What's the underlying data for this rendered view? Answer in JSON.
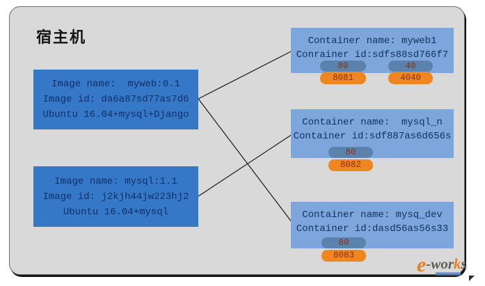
{
  "host": {
    "title": "宿主机"
  },
  "images": [
    {
      "name_line": "Image name:  myweb:0.1",
      "id_line": "Image id: da6a87sd77as7d6",
      "os_line": "Ubuntu 16.04+mysql+Django"
    },
    {
      "name_line": "Image name: mysql:1.1",
      "id_line": "Image id: j2kjh44jw223hj2",
      "os_line": "Ubuntu 16.04+mysql"
    }
  ],
  "containers": [
    {
      "name_line": "Container name: myweb1",
      "id_line": "Conrainer id:sdfs88sd766f7",
      "ports": [
        {
          "inner": "80",
          "outer": "8081"
        },
        {
          "inner": "40",
          "outer": "4040"
        }
      ]
    },
    {
      "name_line": "Container name:  mysql_n",
      "id_line": "Container id:sdf887as6d656s",
      "ports": [
        {
          "inner": "80",
          "outer": "8082"
        }
      ]
    },
    {
      "name_line": "Container name: mysq_dev",
      "id_line": "Container id:dasd56as56s33",
      "ports": [
        {
          "inner": "80",
          "outer": "8083"
        }
      ]
    }
  ],
  "connections": [
    {
      "from": "myweb:0.1",
      "to": "myweb1"
    },
    {
      "from": "myweb:0.1",
      "to": "mysq_dev"
    },
    {
      "from": "mysql:1.1",
      "to": "mysql_n"
    }
  ],
  "watermark": {
    "e": "e",
    "mid": "-wor",
    "k": "k",
    "s": "s"
  },
  "colors": {
    "panel_bg": "#d9d9d9",
    "image_box": "#3678c8",
    "container_box": "#7da7dc",
    "port_inner_badge": "#5b82ad",
    "port_outer_badge": "#f0861f",
    "badge_text": "#8a2e0a",
    "box_text": "#12305e",
    "logo_orange": "#ee7b17"
  }
}
